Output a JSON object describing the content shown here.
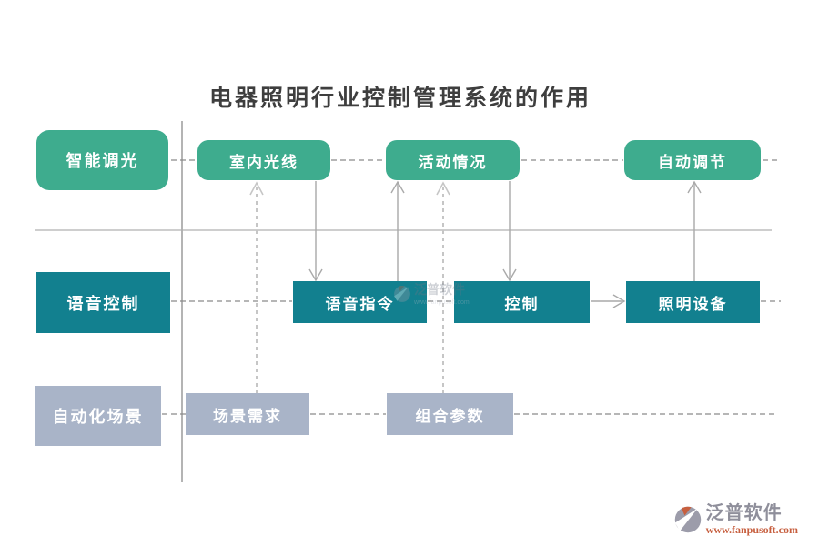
{
  "title": "电器照明行业控制管理系统的作用",
  "rows": [
    {
      "header": "智能调光",
      "items": [
        "室内光线",
        "活动情况",
        "自动调节"
      ]
    },
    {
      "header": "语音控制",
      "items": [
        "语音指令",
        "控制",
        "照明设备"
      ]
    },
    {
      "header": "自动化场景",
      "items": [
        "场景需求",
        "组合参数"
      ]
    }
  ],
  "watermark": {
    "brand": "泛普软件",
    "url": "www.fanpusoft.com"
  },
  "colors": {
    "row1_green": "#3EAC8E",
    "row2_teal": "#12808F",
    "row3_gray": "#A9B4C8",
    "line_gray": "#A9A9A9",
    "dashed_light": "#C6C6C6",
    "brand_text_gray": "#8F8F9B",
    "brand_url_orange": "#C75F3F"
  }
}
